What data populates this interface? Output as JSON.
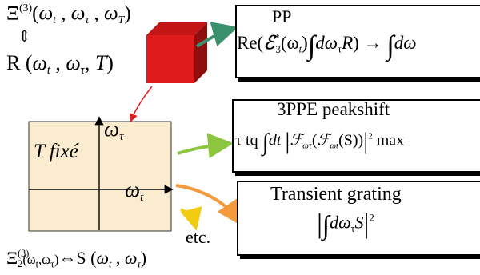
{
  "colors": {
    "cube_front": "#e01b1b",
    "cube_top": "#c41515",
    "cube_side": "#8e0d0d",
    "plot_fill": "#fbeccf",
    "arrow_teal": "#3a8f6d",
    "arrow_green": "#8cc63f",
    "arrow_orange": "#f39a3d",
    "arrow_yellow": "#f2cc12",
    "arrow_red": "#e02020"
  },
  "top_left": {
    "xi": "Ξ",
    "order": "(3)",
    "open": "(",
    "w1": "ω",
    "w1_sub": "t",
    "comma1": " , ",
    "w2": "ω",
    "w2_sub": "τ",
    "comma2": " , ",
    "w3": "ω",
    "w3_sub": "T",
    "close": ")",
    "equiv": "⇕",
    "r": "R (",
    "r_w1": "ω",
    "r_w1_sub": "t",
    "r_comma1": " , ",
    "r_w2": "ω",
    "r_w2_sub": "τ",
    "r_comma2": ", ",
    "r_T": "T",
    "r_close": ")"
  },
  "pp_box": {
    "title": "PP",
    "re": "Re(",
    "eps": "ℰ",
    "eps_sup": "*",
    "eps_sub": "3",
    "eps_arg": "(ω",
    "eps_arg_sub": "t",
    "eps_close": ")",
    "int": "∫",
    "d": "dω",
    "d_sub": "τ",
    "R": "R",
    "arrow_part": ") → ",
    "int2": "∫",
    "tail": "dω"
  },
  "peak_box": {
    "title": "3PPE peakshift",
    "tau_tq": "τ tq",
    "int": "∫",
    "dt": "dt",
    "bar_left": "|",
    "F": "ℱ",
    "F_sub": "ωτ",
    "open": "(",
    "F2": "ℱ",
    "F2_sub": "ωt",
    "S": "(S))",
    "bar_right": "|",
    "sq": "2",
    "max": "max"
  },
  "tg_box": {
    "title": "Transient grating",
    "int": "∫",
    "d": "dω",
    "d_sub": "τ",
    "S": "S",
    "sq": "2"
  },
  "plot": {
    "label": "T fixé",
    "y_axis_label": "ω",
    "y_axis_sub": "τ",
    "x_axis_label": "ω",
    "x_axis_sub": "t"
  },
  "etc": "etc.",
  "bottom": {
    "xi": "Ξ",
    "sup": "(3)",
    "sub": "2",
    "args": "(ω",
    "args_sub1": "t",
    "args_mid": ",ω",
    "args_sub2": "τ",
    "args_close": ")",
    "equiv": "⇔",
    "s": "S (",
    "s_w1": "ω",
    "s_w1_sub": "t",
    "s_comma": " , ",
    "s_w2": "ω",
    "s_w2_sub": "τ",
    "s_close": ")"
  }
}
